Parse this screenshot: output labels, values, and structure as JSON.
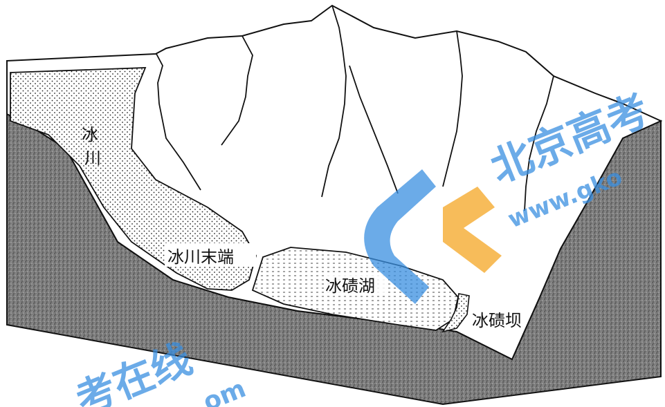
{
  "labels": {
    "glacier_char_1": "冰",
    "glacier_char_2": "川",
    "glacier_terminus": "冰川末端",
    "moraine_lake": "冰碛湖",
    "moraine_dam": "冰碛坝"
  },
  "watermark": {
    "brand": "北京高考",
    "url": "www.gko",
    "brand_bottom": "考在线",
    "url_bottom": "om",
    "color_blue": "#3a8fe0",
    "color_orange": "#f5a623"
  },
  "colors": {
    "ink": "#111111",
    "rock_fill": "#8a8a8a",
    "ice_dots": "#222222"
  }
}
